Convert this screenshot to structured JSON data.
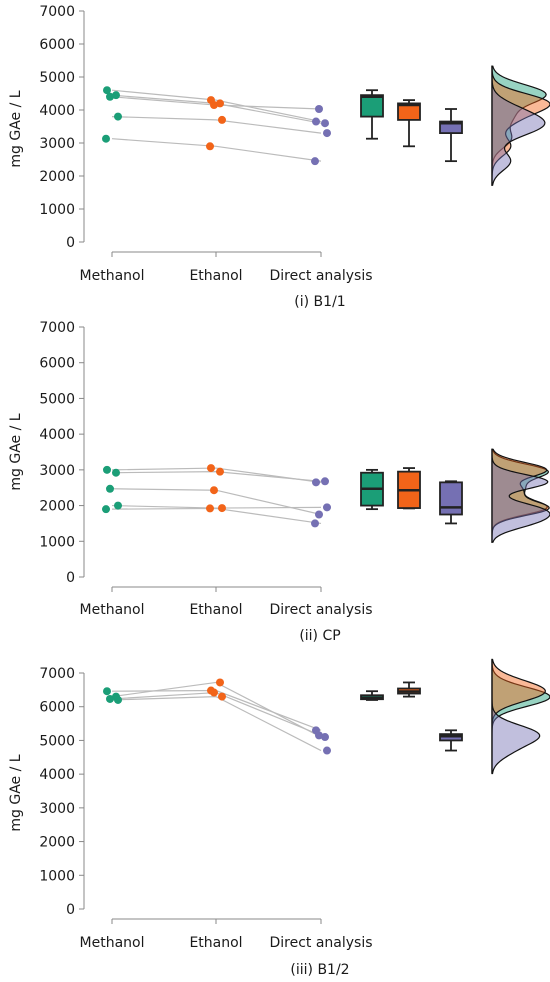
{
  "colors": {
    "methanol": "#1b9e77",
    "ethanol": "#f26419",
    "direct": "#7570b3",
    "axis": "#888888",
    "line": "#bbbbbb"
  },
  "chart_data": [
    {
      "type": "scatter",
      "title": "(i) B1/1",
      "ylabel": "mg GAe / L",
      "categories": [
        "Methanol",
        "Ethanol",
        "Direct analysis"
      ],
      "ylim": [
        0,
        7000
      ],
      "yticks": [
        0,
        1000,
        2000,
        3000,
        4000,
        5000,
        6000,
        7000
      ],
      "series": [
        {
          "values": [
            4600,
            4300,
            3650
          ]
        },
        {
          "values": [
            4450,
            4200,
            3600
          ]
        },
        {
          "values": [
            4400,
            4150,
            4030
          ]
        },
        {
          "values": [
            3800,
            3700,
            3300
          ]
        },
        {
          "values": [
            3130,
            2900,
            2450
          ]
        }
      ]
    },
    {
      "type": "scatter",
      "title": "(ii) CP",
      "ylabel": "mg GAe / L",
      "categories": [
        "Methanol",
        "Ethanol",
        "Direct analysis"
      ],
      "ylim": [
        0,
        7000
      ],
      "yticks": [
        0,
        1000,
        2000,
        3000,
        4000,
        5000,
        6000,
        7000
      ],
      "series": [
        {
          "values": [
            3000,
            3050,
            2650
          ]
        },
        {
          "values": [
            2920,
            2950,
            2680
          ]
        },
        {
          "values": [
            2470,
            2430,
            1750
          ]
        },
        {
          "values": [
            2000,
            1930,
            1950
          ]
        },
        {
          "values": [
            1900,
            1920,
            1500
          ]
        }
      ]
    },
    {
      "type": "scatter",
      "title": "(iii) B1/2",
      "ylabel": "mg GAe / L",
      "categories": [
        "Methanol",
        "Ethanol",
        "Direct analysis"
      ],
      "ylim": [
        0,
        7000
      ],
      "yticks": [
        0,
        1000,
        2000,
        3000,
        4000,
        5000,
        6000,
        7000
      ],
      "series": [
        {
          "values": [
            6460,
            6480,
            5300
          ]
        },
        {
          "values": [
            6300,
            6720,
            5100
          ]
        },
        {
          "values": [
            6230,
            6420,
            5150
          ]
        },
        {
          "values": [
            6200,
            6300,
            4700
          ]
        }
      ]
    }
  ]
}
